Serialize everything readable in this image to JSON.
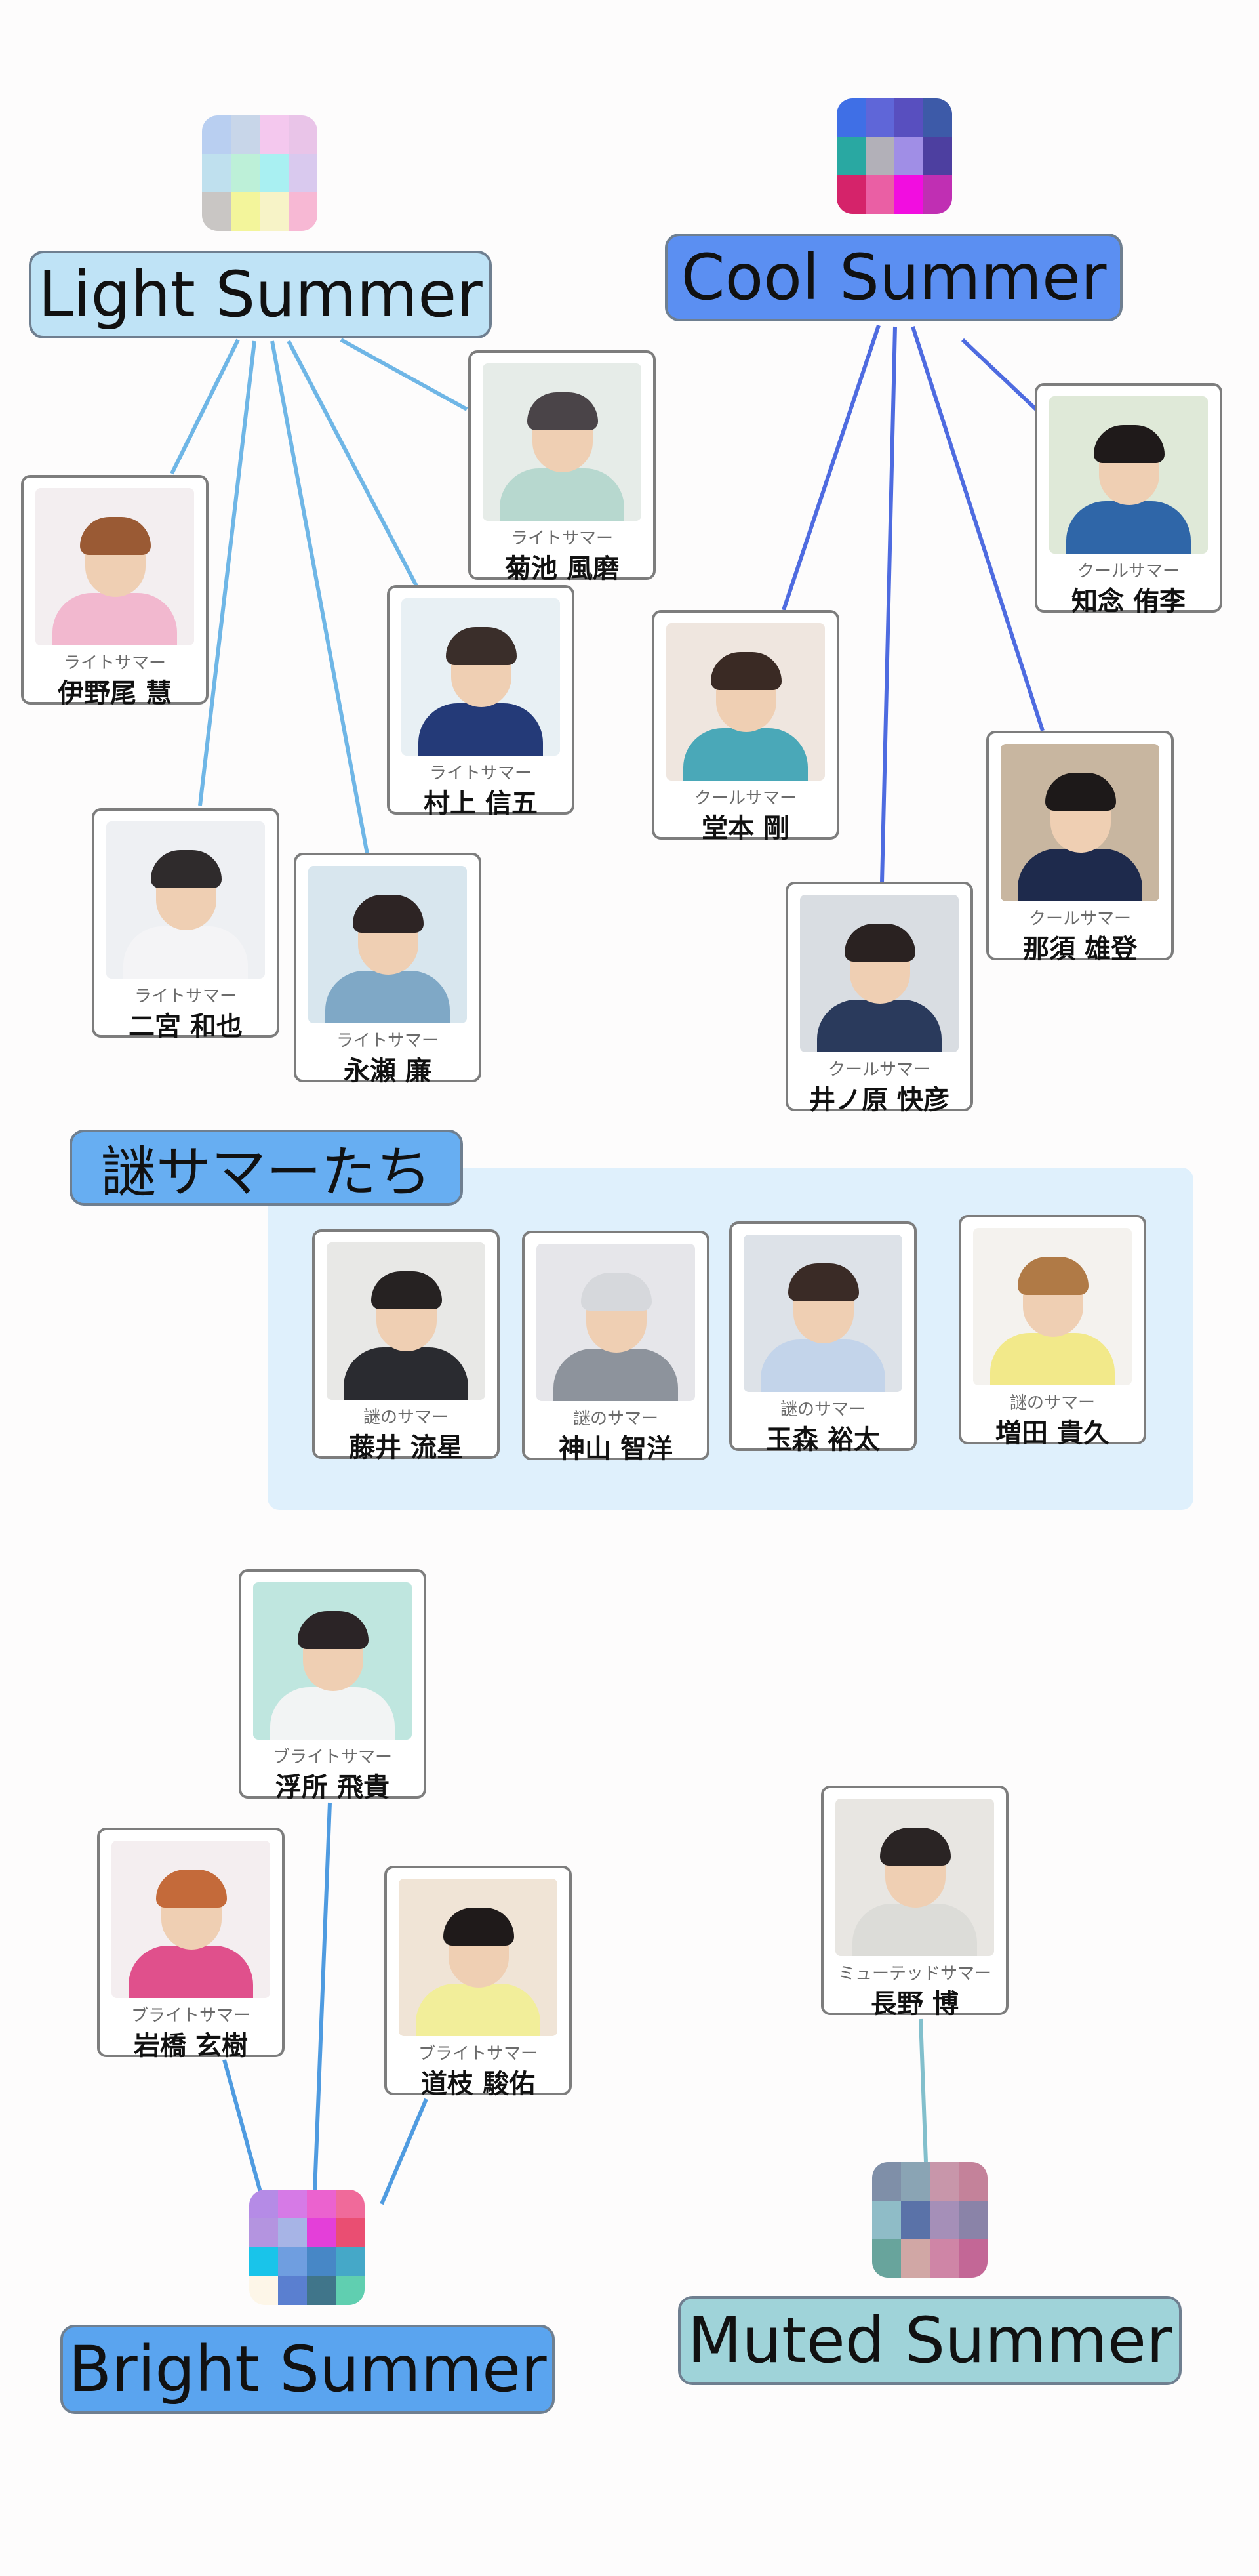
{
  "seasons": {
    "light_summer": {
      "label": "Light Summer",
      "color": "#bfe3f6"
    },
    "cool_summer": {
      "label": "Cool Summer",
      "color": "#5b8ff2"
    },
    "bright_summer": {
      "label": "Bright Summer",
      "color": "#5aa4ef"
    },
    "muted_summer": {
      "label": "Muted Summer",
      "color": "#9fd3d9"
    }
  },
  "mystery_group": {
    "label": "謎サマーたち",
    "color": "#67aef2"
  },
  "palettes": {
    "light_summer": [
      "#b9cff1",
      "#c8d6e9",
      "#f4c8ee",
      "#e9c4e8",
      "#bfe0ee",
      "#bdf0d8",
      "#a9f0f2",
      "#d9c9ee",
      "#c9c6c4",
      "#f3f59b",
      "#f7f3c7",
      "#f7b8d4"
    ],
    "cool_summer": [
      "#3f6fe6",
      "#5f66d8",
      "#584fbf",
      "#3d5aa8",
      "#29a8a2",
      "#b2b0b8",
      "#a08ee6",
      "#4d3fa0",
      "#d5236a",
      "#ea5fa4",
      "#f20de0",
      "#c02fb3"
    ],
    "bright_summer": [
      "#b58be6",
      "#d67ae6",
      "#eb62cf",
      "#f06a9a",
      "#b494e0",
      "#a7b4e6",
      "#e43fd9",
      "#ea4e72",
      "#19c4ea",
      "#6f9ee0",
      "#4787c6",
      "#45a8c8",
      "#fdf6e8",
      "#5a7fd0",
      "#40758a",
      "#60cfb0"
    ],
    "muted_summer": [
      "#7f8fa8",
      "#8aa4b4",
      "#c896aa",
      "#c4829a",
      "#8fbcc7",
      "#5a72a8",
      "#a58fb8",
      "#8a83a8",
      "#68a49c",
      "#d1a7a5",
      "#cf85a6",
      "#c36796"
    ]
  },
  "members": [
    {
      "id": "kikuchi",
      "type": "ライトサマー",
      "name": "菊池 風磨"
    },
    {
      "id": "ino",
      "type": "ライトサマー",
      "name": "伊野尾 慧"
    },
    {
      "id": "murakami",
      "type": "ライトサマー",
      "name": "村上 信五"
    },
    {
      "id": "ninomiya",
      "type": "ライトサマー",
      "name": "二宮 和也"
    },
    {
      "id": "nagase",
      "type": "ライトサマー",
      "name": "永瀬 廉"
    },
    {
      "id": "chinen",
      "type": "クールサマー",
      "name": "知念 侑李"
    },
    {
      "id": "domoto",
      "type": "クールサマー",
      "name": "堂本 剛"
    },
    {
      "id": "nasu",
      "type": "クールサマー",
      "name": "那須 雄登"
    },
    {
      "id": "inohara",
      "type": "クールサマー",
      "name": "井ノ原 快彦"
    },
    {
      "id": "fujii",
      "type": "謎のサマー",
      "name": "藤井 流星"
    },
    {
      "id": "kamiyama",
      "type": "謎のサマー",
      "name": "神山 智洋"
    },
    {
      "id": "tamamori",
      "type": "謎のサマー",
      "name": "玉森 裕太"
    },
    {
      "id": "masuda",
      "type": "謎のサマー",
      "name": "増田 貴久"
    },
    {
      "id": "ukisho",
      "type": "ブライトサマー",
      "name": "浮所 飛貴"
    },
    {
      "id": "iwahashi",
      "type": "ブライトサマー",
      "name": "岩橋 玄樹"
    },
    {
      "id": "michieda",
      "type": "ブライトサマー",
      "name": "道枝 駿佑"
    },
    {
      "id": "nagano",
      "type": "ミューテッドサマー",
      "name": "長野 博"
    }
  ]
}
